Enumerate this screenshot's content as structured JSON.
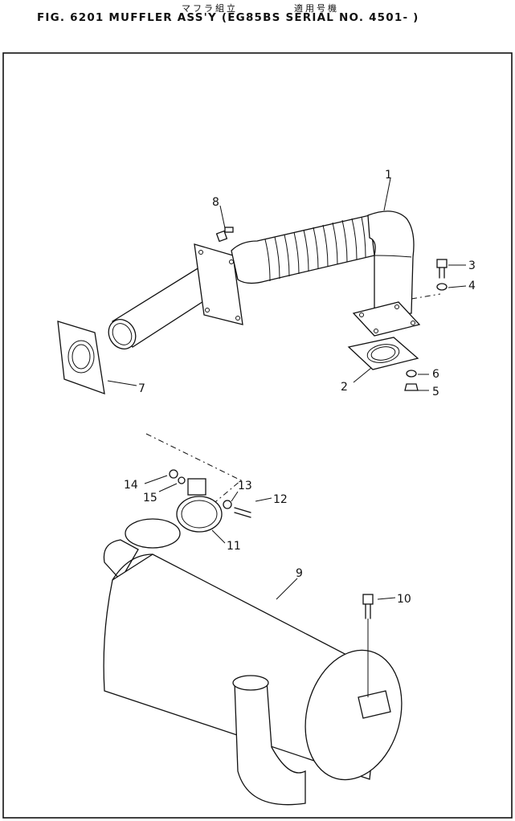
{
  "header": {
    "jp_left": "マフラ組立",
    "jp_right": "適用号機",
    "title": "FIG. 6201  MUFFLER ASS'Y (EG85BS SERIAL NO. 4501- )"
  },
  "callouts": [
    "1",
    "2",
    "3",
    "4",
    "5",
    "6",
    "7",
    "8",
    "9",
    "10",
    "11",
    "12",
    "13",
    "14",
    "15"
  ]
}
